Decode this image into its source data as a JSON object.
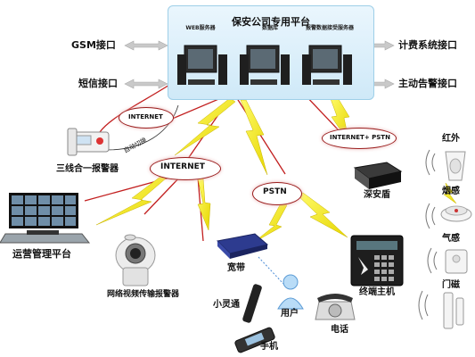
{
  "platform": {
    "title": "保安公司专用平台",
    "servers": [
      "WEB服务器",
      "数据库",
      "报警数据接受服务器"
    ]
  },
  "interfaces_left": [
    "GSM接口",
    "短信接口"
  ],
  "interfaces_right": [
    "计费系统接口",
    "主动告警接口"
  ],
  "networks": {
    "internet_small": "INTERNET",
    "internet_main": "INTERNET",
    "pstn": "PSTN",
    "internet_pstn": "INTERNET+ PSTN"
  },
  "auto_switch": "自动切换",
  "devices": {
    "alarm_3in1": "三线合一报警器",
    "operations_platform": "运营管理平台",
    "video_alarm": "网络视频传输报警器",
    "broadband": "宽带",
    "xiaolingtong": "小灵通",
    "user": "用户",
    "mobile": "手机",
    "terminal_host": "终端主机",
    "phone": "电话",
    "shenandun": "深安盾"
  },
  "sensors": [
    "红外",
    "烟感",
    "气感",
    "门磁"
  ],
  "colors": {
    "link_red": "#c21f1f",
    "lightning": "#f2e800",
    "platform_bg": "#d6ecf9",
    "arrow_grey": "#bdbdbd"
  }
}
